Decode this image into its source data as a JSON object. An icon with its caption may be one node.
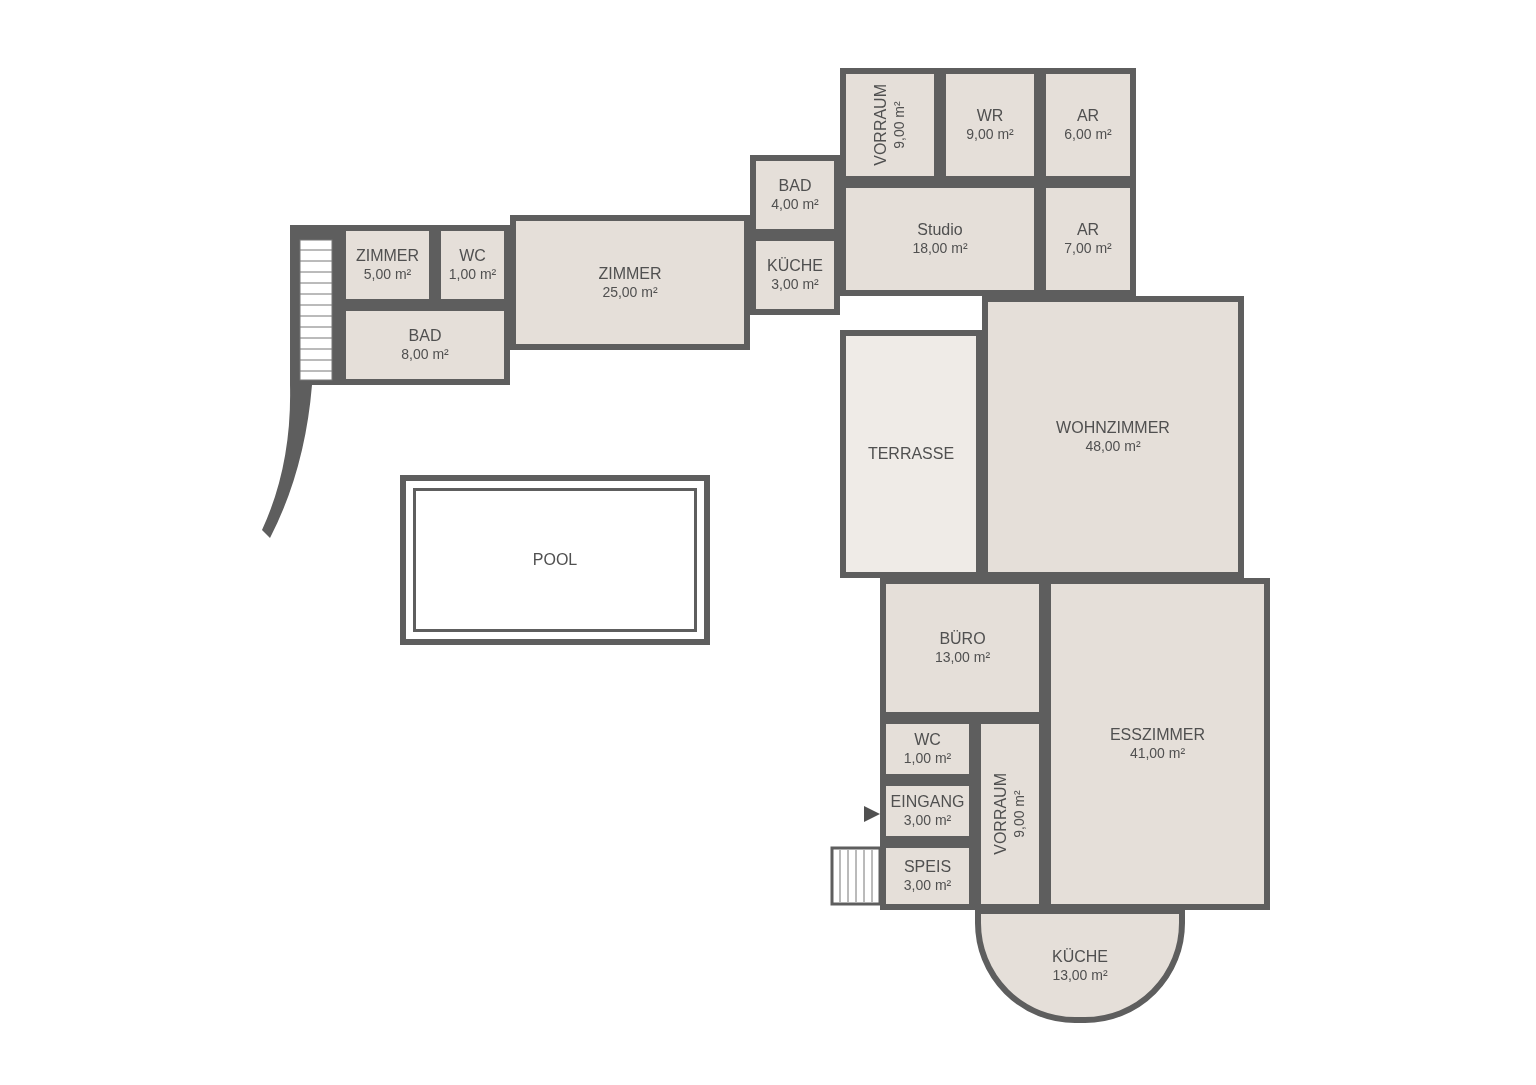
{
  "diagram": {
    "nodes": [
      {
        "text": [
          "ZIMMER",
          "5,00 m²"
        ]
      },
      {
        "text": [
          "WC",
          "1,00 m²"
        ]
      },
      {
        "text": [
          "BAD",
          "8,00 m²"
        ]
      },
      {
        "text": [
          "ZIMMER",
          "25,00 m²"
        ]
      },
      {
        "text": [
          "BAD",
          "4,00 m²"
        ]
      },
      {
        "text": [
          "KÜCHE",
          "3,00 m²"
        ]
      },
      {
        "text": [
          "VORRAUM",
          "9,00 m²"
        ]
      },
      {
        "text": [
          "WR",
          "9,00 m²"
        ]
      },
      {
        "text": [
          "AR",
          "6,00 m²"
        ]
      },
      {
        "text": [
          "Studio",
          "18,00 m²"
        ]
      },
      {
        "text": [
          "AR",
          "7,00 m²"
        ]
      },
      {
        "text": [
          "TERRASSE"
        ]
      },
      {
        "text": [
          "WOHNZIMMER",
          "48,00 m²"
        ]
      },
      {
        "text": [
          "POOL"
        ]
      },
      {
        "text": [
          "BÜRO",
          "13,00 m²"
        ]
      },
      {
        "text": [
          "WC",
          "1,00 m²"
        ]
      },
      {
        "text": [
          "EINGANG",
          "3,00 m²"
        ]
      },
      {
        "text": [
          "SPEIS",
          "3,00 m²"
        ]
      },
      {
        "text": [
          "VORRAUM",
          "9,00 m²"
        ]
      },
      {
        "text": [
          "ESSZIMMER",
          "41,00 m²"
        ]
      },
      {
        "text": [
          "KÜCHE",
          "13,00 m²"
        ]
      }
    ]
  }
}
